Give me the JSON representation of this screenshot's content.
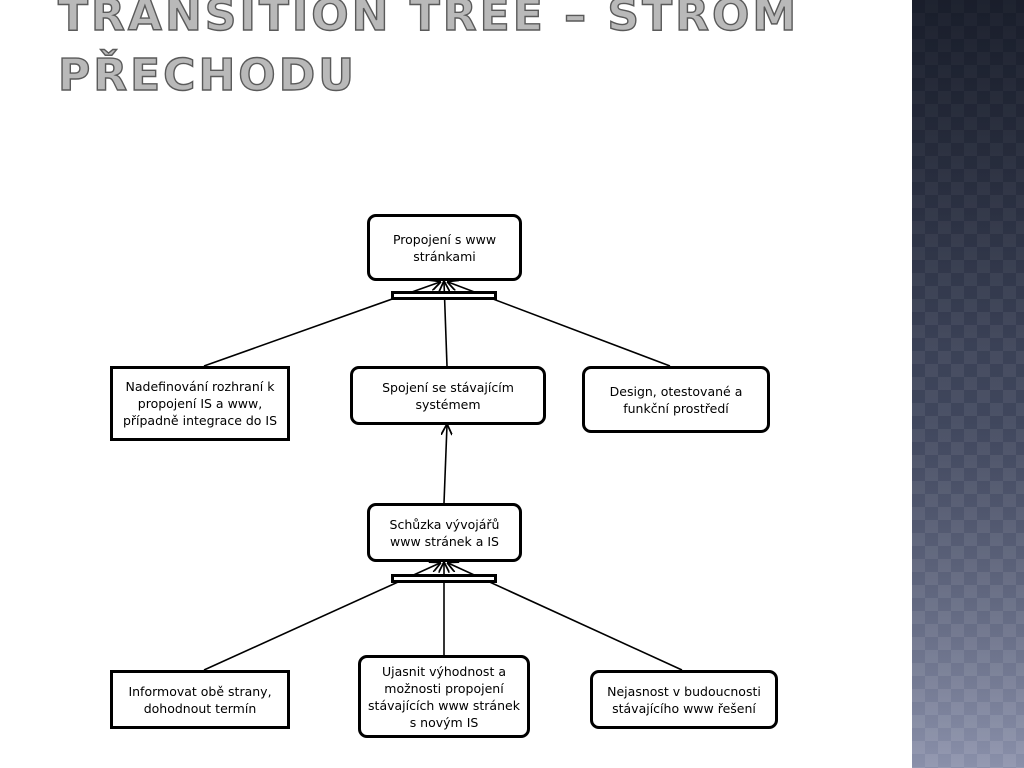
{
  "slide": {
    "title": "Transition tree – strom přechodu"
  },
  "diagram": {
    "nodes": {
      "root": "Propojení s www stránkami",
      "left_mid": "Nadefinování rozhraní k propojení IS a www, případně integrace do IS",
      "center_mid": "Spojení se stávajícím systémem",
      "right_mid": "Design, otestované a funkční prostředí",
      "meeting": "Schůzka vývojářů www stránek a IS",
      "left_bottom": "Informovat obě strany, dohodnout termín",
      "center_bottom": "Ujasnit výhodnost a možnosti propojení stávajících www stránek s novým IS",
      "right_bottom": "Nejasnost v budoucnosti stávajícího www řešení"
    }
  }
}
